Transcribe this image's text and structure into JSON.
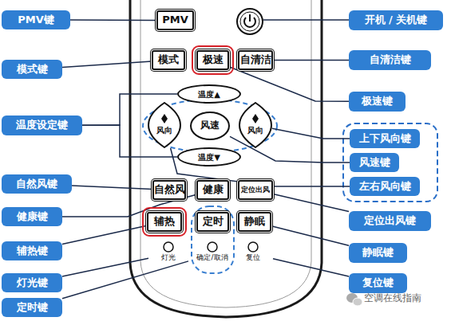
{
  "diagram": {
    "nodes": [
      {
        "text": [
          "PMV键"
        ]
      },
      {
        "text": [
          "PMV"
        ]
      },
      {
        "text": [
          "开机 / 关机键"
        ]
      },
      {
        "text": [
          "模式键"
        ]
      },
      {
        "text": [
          "模式"
        ]
      },
      {
        "text": [
          "极速"
        ]
      },
      {
        "text": [
          "自清洁"
        ]
      },
      {
        "text": [
          "自清洁键"
        ]
      },
      {
        "text": [
          "极速键"
        ]
      },
      {
        "text": [
          "温度▲"
        ]
      },
      {
        "text": [
          "温度设定键"
        ]
      },
      {
        "text": [
          "风向"
        ]
      },
      {
        "text": [
          "风速"
        ]
      },
      {
        "text": [
          "风向"
        ]
      },
      {
        "text": [
          "上下风向键"
        ]
      },
      {
        "text": [
          "风速键"
        ]
      },
      {
        "text": [
          "左右风向键"
        ]
      },
      {
        "text": [
          "温度▼"
        ]
      },
      {
        "text": [
          "自然风键"
        ]
      },
      {
        "text": [
          "自然风"
        ]
      },
      {
        "text": [
          "健康"
        ]
      },
      {
        "text": [
          "定位出风"
        ]
      },
      {
        "text": [
          "健康键"
        ]
      },
      {
        "text": [
          "定位出风键"
        ]
      },
      {
        "text": [
          "辅热"
        ]
      },
      {
        "text": [
          "定时"
        ]
      },
      {
        "text": [
          "静眠"
        ]
      },
      {
        "text": [
          "辅热键"
        ]
      },
      {
        "text": [
          "静眠键"
        ]
      },
      {
        "text": [
          "灯光"
        ]
      },
      {
        "text": [
          "确定/取消"
        ]
      },
      {
        "text": [
          "复位"
        ]
      },
      {
        "text": [
          "复位键"
        ]
      },
      {
        "text": [
          "灯光键"
        ]
      },
      {
        "text": [
          "定时键"
        ]
      }
    ],
    "edges": [
      {
        "from": 0,
        "to": 1,
        "arrow": "none"
      },
      {
        "from": 3,
        "to": 4,
        "arrow": "none"
      },
      {
        "from": 7,
        "to": 6,
        "arrow": "none"
      },
      {
        "from": 8,
        "to": 5,
        "arrow": "none"
      },
      {
        "from": 10,
        "to": 9,
        "arrow": "none"
      },
      {
        "from": 10,
        "to": 17,
        "arrow": "none"
      },
      {
        "from": 14,
        "to": 13,
        "arrow": "none"
      },
      {
        "from": 15,
        "to": 12,
        "arrow": "none"
      },
      {
        "from": 16,
        "to": 11,
        "arrow": "none"
      },
      {
        "from": 18,
        "to": 19,
        "arrow": "none"
      },
      {
        "from": 22,
        "to": 20,
        "arrow": "none"
      },
      {
        "from": 23,
        "to": 21,
        "arrow": "none"
      },
      {
        "from": 27,
        "to": 24,
        "arrow": "none"
      },
      {
        "from": 28,
        "to": 26,
        "arrow": "none"
      },
      {
        "from": 32,
        "to": 31,
        "arrow": "none"
      },
      {
        "from": 33,
        "to": 29,
        "arrow": "none"
      },
      {
        "from": 34,
        "to": 30,
        "arrow": "none"
      }
    ],
    "labels": [
      "空调在线指南"
    ]
  }
}
